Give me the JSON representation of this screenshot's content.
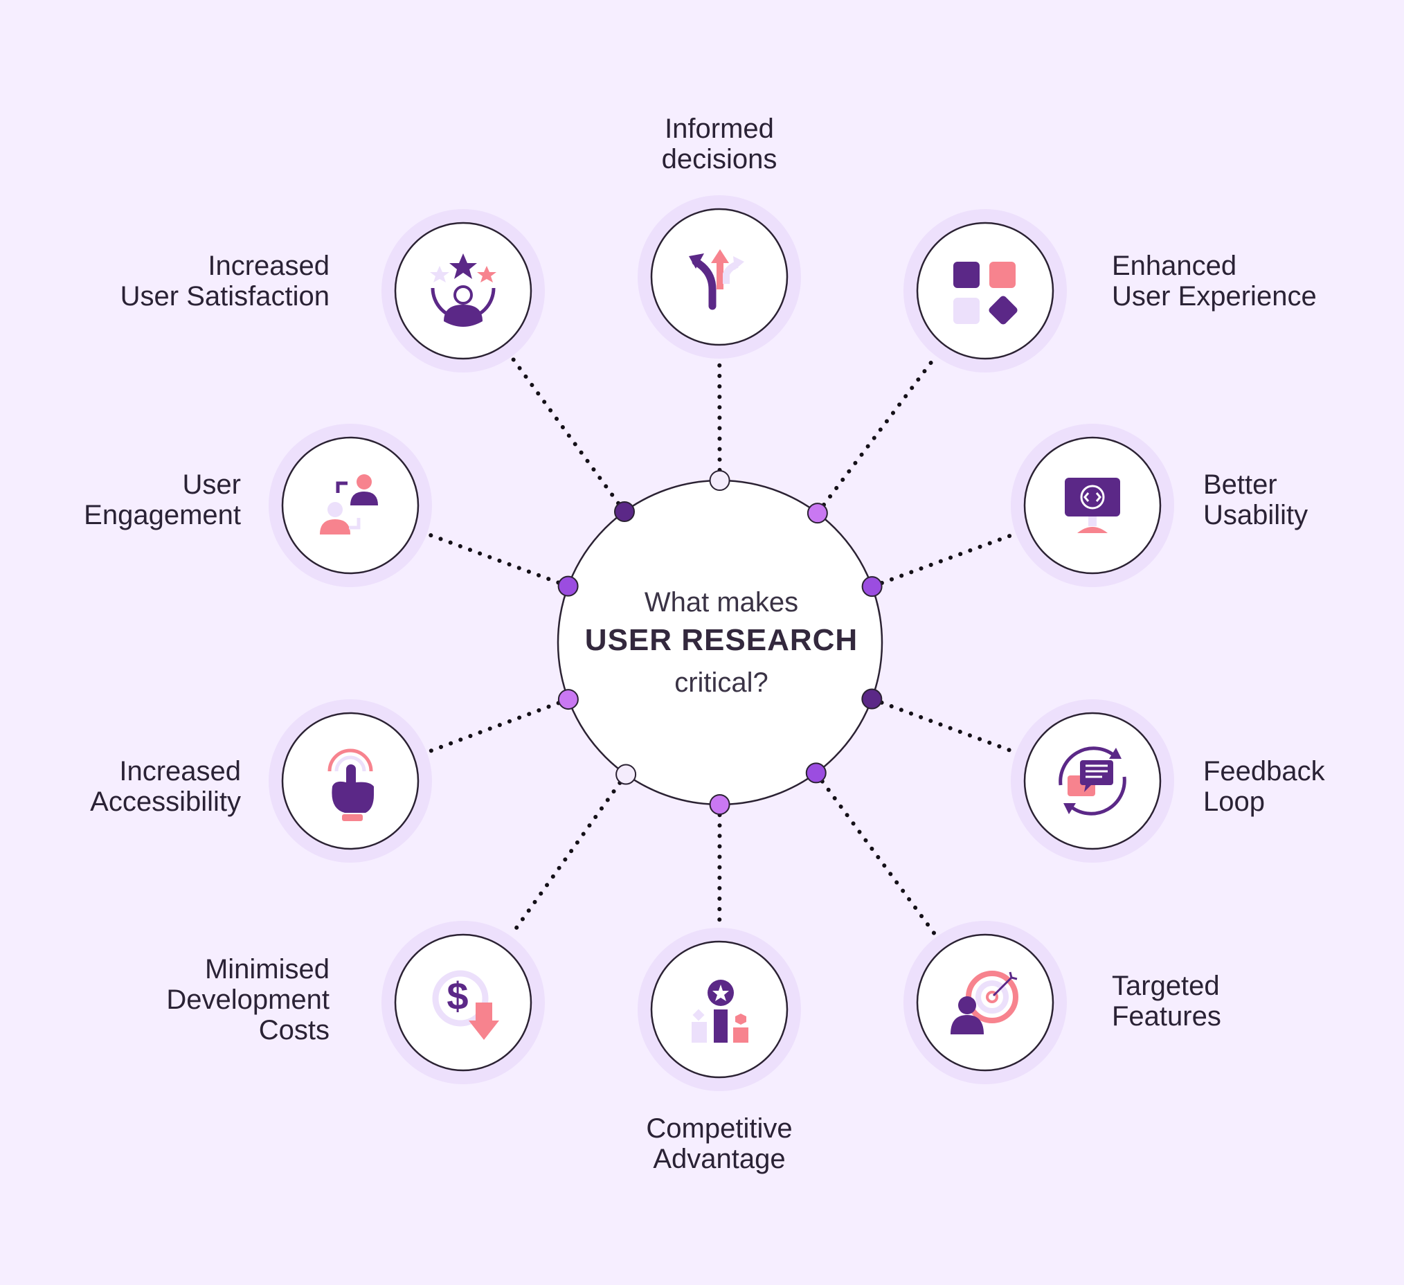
{
  "colors": {
    "background": "#f6eeff",
    "halo": "#ede0fc",
    "circle_fill": "#ffffff",
    "circle_stroke": "#2b2233",
    "dark_purple": "#5b2887",
    "medium_purple": "#9b4de0",
    "light_purple": "#c978f2",
    "pale_node": "#f4ecfc",
    "pink": "#f7838e",
    "lavender": "#ece0fb",
    "text": "#2a2235"
  },
  "center": {
    "line1": "What makes",
    "line2": "USER RESEARCH",
    "line3": "critical?"
  },
  "benefits": [
    {
      "id": "informed",
      "lines": [
        "Informed",
        "decisions"
      ],
      "icon": "branching-arrows-icon",
      "node_color": "pale"
    },
    {
      "id": "enhanced-ux",
      "lines": [
        "Enhanced",
        "User Experience"
      ],
      "icon": "app-blocks-icon",
      "node_color": "light"
    },
    {
      "id": "usability",
      "lines": [
        "Better",
        "Usability"
      ],
      "icon": "monitor-code-icon",
      "node_color": "medium"
    },
    {
      "id": "feedback",
      "lines": [
        "Feedback",
        "Loop"
      ],
      "icon": "feedback-chat-icon",
      "node_color": "dark"
    },
    {
      "id": "targeted",
      "lines": [
        "Targeted",
        "Features"
      ],
      "icon": "target-user-icon",
      "node_color": "medium"
    },
    {
      "id": "competitive",
      "lines": [
        "Competitive",
        "Advantage"
      ],
      "icon": "podium-star-icon",
      "node_color": "light"
    },
    {
      "id": "costs",
      "lines": [
        "Minimised",
        "Development",
        "Costs"
      ],
      "icon": "dollar-down-icon",
      "node_color": "pale"
    },
    {
      "id": "accessibility",
      "lines": [
        "Increased",
        "Accessibility"
      ],
      "icon": "tap-hand-icon",
      "node_color": "light"
    },
    {
      "id": "engagement",
      "lines": [
        "User",
        "Engagement"
      ],
      "icon": "users-exchange-icon",
      "node_color": "medium"
    },
    {
      "id": "satisfaction",
      "lines": [
        "Increased",
        "User Satisfaction"
      ],
      "icon": "star-user-icon",
      "node_color": "dark"
    }
  ]
}
